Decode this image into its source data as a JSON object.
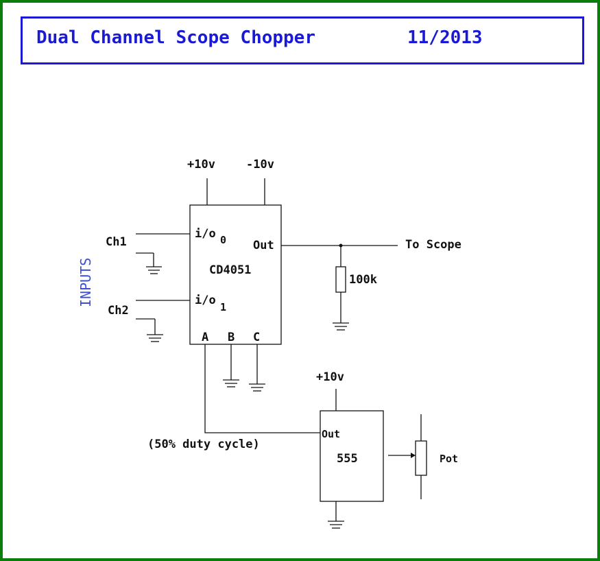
{
  "title": "Dual Channel Scope Chopper",
  "date": "11/2013",
  "colors": {
    "border": "#0b7d0b",
    "title": "#1a1ad6",
    "inputs_label": "#3b4fd6",
    "wire": "#111111"
  },
  "labels": {
    "plus10v_top": "+10v",
    "minus10v_top": "-10v",
    "inputs": "INPUTS",
    "ch1": "Ch1",
    "ch2": "Ch2",
    "io_prefix": "i/o",
    "io0_sub": "0",
    "io1_sub": "1",
    "out": "Out",
    "chip_name": "CD4051",
    "pin_a": "A",
    "pin_b": "B",
    "pin_c": "C",
    "to_scope": "To Scope",
    "resistor": "100k",
    "plus10v_555": "+10v",
    "out_555": "Out",
    "timer_name": "555",
    "pot": "Pot",
    "duty": "(50% duty cycle)"
  }
}
